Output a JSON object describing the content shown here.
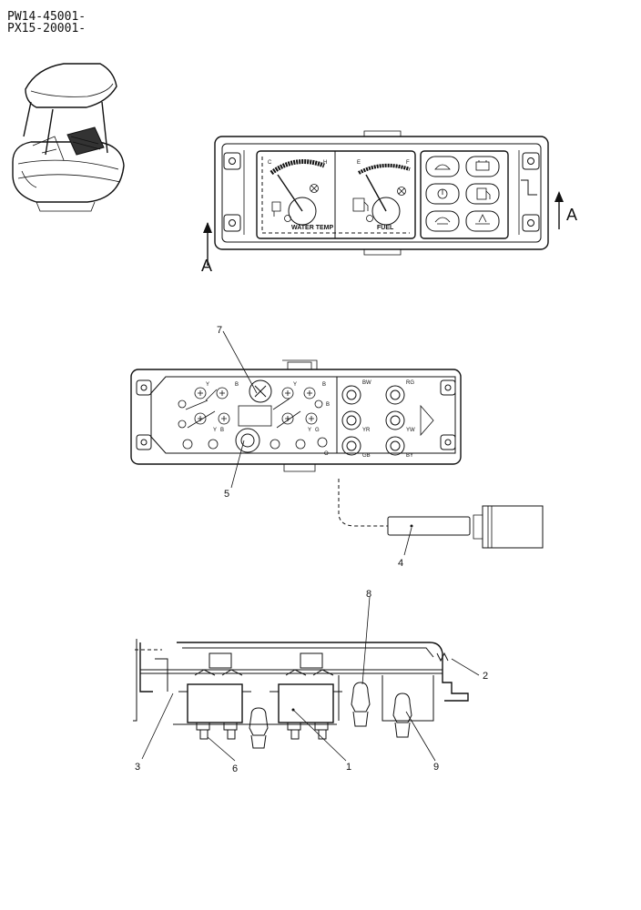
{
  "header": {
    "serial_1": "PW14-45001-",
    "serial_2": "PX15-20001-"
  },
  "top_view": {
    "gauges": {
      "water_temp_label": "WATER TEMP",
      "fuel_label": "FUEL"
    },
    "section_marker": "A"
  },
  "rear_view": {
    "wire_labels": [
      "Y",
      "B",
      "Y",
      "B",
      "B",
      "O",
      "Y",
      "B",
      "Y",
      "G",
      "BW",
      "RG",
      "YR",
      "YW",
      "GB",
      "BY"
    ]
  },
  "callouts": [
    "7",
    "5",
    "4",
    "8",
    "2",
    "3",
    "6",
    "1",
    "9"
  ]
}
